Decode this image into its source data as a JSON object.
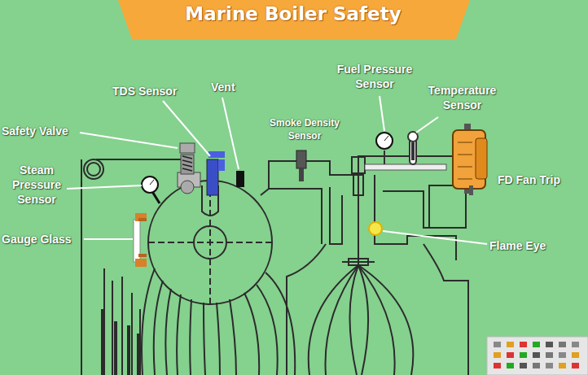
{
  "diagram": {
    "title": "Marine Boiler Safety",
    "labels": [
      "Fuel Pressure Sensor",
      "TDS Sensor",
      "Vent",
      "Temperature Sensor",
      "Safety Valve",
      "Smoke Density Sensor",
      "Steam Pressure Sensor",
      "FD Fan Trip",
      "Gauge Glass",
      "Flame Eye"
    ]
  }
}
